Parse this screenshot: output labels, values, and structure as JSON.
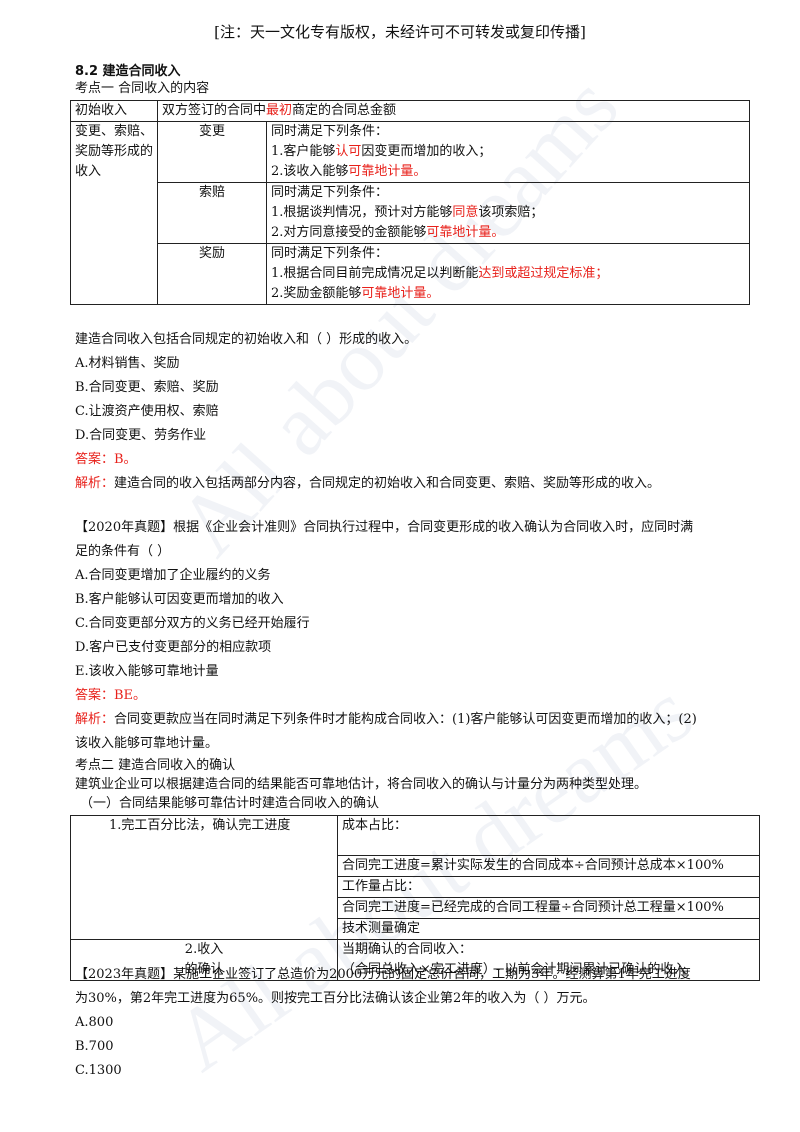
{
  "header": "[注：天一文化专有版权，未经许可不可转发或复印传播]",
  "section_title": "8.2 建造合同收入",
  "point1_title": "考点一 合同收入的内容",
  "table1": {
    "r1c1": "初始收入",
    "r1c2a": "双方签订的合同中",
    "r1c2b": "最初",
    "r1c2c": "商定的合同总金额",
    "r2c1": "变更、索赔、奖励等形成的收入",
    "change_label": "变更",
    "change_l1": "同时满足下列条件：",
    "change_l2a": "1.客户能够",
    "change_l2b": "认可",
    "change_l2c": "因变更而增加的收入；",
    "change_l3a": "2.该收入能够",
    "change_l3b": "可靠地计量。",
    "claim_label": "索赔",
    "claim_l1": "同时满足下列条件：",
    "claim_l2a": "1.根据谈判情况，预计对方能够",
    "claim_l2b": "同意",
    "claim_l2c": "该项索赔；",
    "claim_l3a": "2.对方同意接受的金额能够",
    "claim_l3b": "可靠地计量。",
    "reward_label": "奖励",
    "reward_l1": "同时满足下列条件：",
    "reward_l2a": "1.根据合同目前完成情况足以判断能",
    "reward_l2b": "达到或超过规定标准；",
    "reward_l3a": "2.奖励金额能够",
    "reward_l3b": "可靠地计量。"
  },
  "q1": {
    "stem": "建造合同收入包括合同规定的初始收入和（    ）形成的收入。",
    "a": "A.材料销售、奖励",
    "b": "B.合同变更、索赔、奖励",
    "c": "C.让渡资产使用权、索赔",
    "d": "D.合同变更、劳务作业",
    "answer": "答案：B。",
    "analysis_label": "解析：",
    "analysis": "建造合同的收入包括两部分内容，合同规定的初始收入和合同变更、索赔、奖励等形成的收入。"
  },
  "q2": {
    "stem1": "【2020年真题】根据《企业会计准则》合同执行过程中，合同变更形成的收入确认为合同收入时，应同时满",
    "stem2": "足的条件有（     ）",
    "a": "A.合同变更增加了企业履约的义务",
    "b": "B.客户能够认可因变更而增加的收入",
    "c": "C.合同变更部分双方的义务已经开始履行",
    "d": "D.客户已支付变更部分的相应款项",
    "e": "E.该收入能够可靠地计量",
    "answer": "答案：BE。",
    "analysis_label": "解析：",
    "analysis1": "合同变更款应当在同时满足下列条件时才能构成合同收入：(1)客户能够认可因变更而增加的收入；(2)",
    "analysis2": "该收入能够可靠地计量。"
  },
  "point2": {
    "title": "考点二 建造合同收入的确认",
    "intro": "建筑业企业可以根据建造合同的结果能否可靠地估计，将合同收入的确认与计量分为两种类型处理。",
    "sub1": "（一）合同结果能够可靠估计时建造合同收入的确认"
  },
  "table2": {
    "method": "1.完工百分比法，确认完工进度",
    "cost_label": "成本占比：",
    "cost_formula": "合同完工进度=累计实际发生的合同成本÷合同预计总成本×100%",
    "work_label": "工作量占比：",
    "work_formula": "合同完工进度=已经完成的合同工程量÷合同预计总工程量×100%",
    "tech": "技术测量确定",
    "recog1": "2.收入",
    "recog2": "的确认",
    "recog_r1": "当期确认的合同收入：",
    "recog_r2": "（合同总收入×完工进度）- 以前会计期间累计已确认的收入"
  },
  "q3": {
    "stem1": "【2023年真题】某施工企业签订了总造价为2000万元的固定总价合同，工期为3年。经测算第1年完工进度",
    "stem2": "为30%，第2年完工进度为65%。则按完工百分比法确认该企业第2年的收入为（     ）万元。",
    "a": "A.800",
    "b": "B.700",
    "c": "C.1300"
  },
  "watermark": "All about dreams"
}
